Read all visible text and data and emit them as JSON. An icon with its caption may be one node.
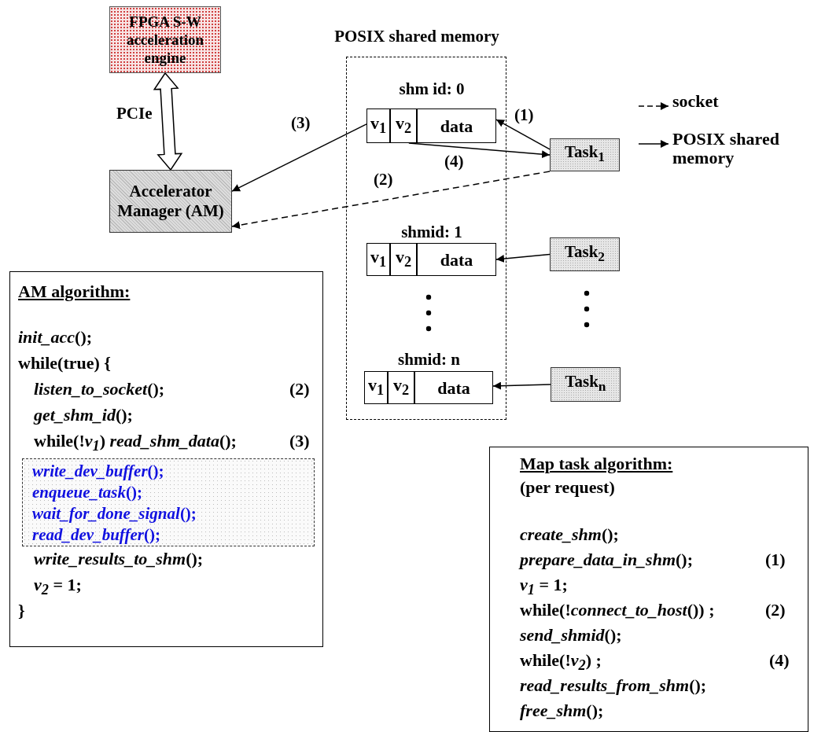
{
  "diagram": {
    "nodes": [
      {
        "text": [
          "FPGA S-W acceleration engine"
        ]
      },
      {
        "text": [
          "Accelerator Manager (AM)"
        ]
      },
      {
        "text": [
          "POSIX shared memory"
        ]
      },
      {
        "text": [
          "shm id: 0"
        ],
        "in": 2
      },
      {
        "text": [
          "v$_{1}$"
        ],
        "in": 3
      },
      {
        "text": [
          "v$_{2}$"
        ],
        "in": 3
      },
      {
        "text": [
          "data"
        ],
        "in": 3
      },
      {
        "text": [
          "shmid: 1"
        ],
        "in": 2
      },
      {
        "text": [
          "v$_{1}$"
        ],
        "in": 7
      },
      {
        "text": [
          "v$_{2}$"
        ],
        "in": 7
      },
      {
        "text": [
          "data"
        ],
        "in": 7
      },
      {
        "text": [
          "shmid: n"
        ],
        "in": 2
      },
      {
        "text": [
          "v$_{1}$"
        ],
        "in": 11
      },
      {
        "text": [
          "v$_{2}$"
        ],
        "in": 11
      },
      {
        "text": [
          "data"
        ],
        "in": 11
      },
      {
        "text": [
          "Task$_{1}$"
        ]
      },
      {
        "text": [
          "Task$_{2}$"
        ]
      },
      {
        "text": [
          "Task$_{n}$"
        ]
      },
      {
        "text": [
          "AM algorithm:",
          "*init_acc*();",
          "while(true) {",
          "*listen_to_socket*();",
          "(2)",
          "*get_shm_id*();",
          "while(!*v$_{1}$*) *read_shm_data*();",
          "(3)",
          "*write_results_to_shm*();",
          "*v$_{2}$* = 1;",
          "}"
        ]
      },
      {
        "text": [
          "*write_dev_buffer*();",
          "*enqueue_task*();",
          "*wait_for_done_signal*();",
          "*read_dev_buffer*();"
        ],
        "in": 18
      },
      {
        "text": [
          "Map task algorithm:",
          "(per request)",
          "*create_shm*();",
          "*prepare_data_in_shm*();",
          "(1)",
          "*v$_{1}$* = 1;",
          "while(!*connect_to_host*()) ;",
          "(2)",
          "*send_shmid*();",
          "while(!*v$_{2}$*) ;",
          "(4)",
          "*read_results_from_shm*();",
          "*free_shm*();"
        ]
      }
    ],
    "edges": [
      {
        "from": 0,
        "to": 1,
        "arrow": "both",
        "label": "PCIe",
        "style": "thick"
      },
      {
        "from": 15,
        "to": 6,
        "arrow": "to",
        "label": "(1)"
      },
      {
        "from": 5,
        "to": 15,
        "arrow": "to",
        "label": "(4)"
      },
      {
        "from": 4,
        "to": 1,
        "arrow": "to",
        "label": "(3)"
      },
      {
        "from": 15,
        "to": 1,
        "arrow": "to",
        "label": "(2)",
        "style": "dashed"
      },
      {
        "from": 16,
        "to": 10,
        "arrow": "to"
      },
      {
        "from": 17,
        "to": 14,
        "arrow": "to"
      }
    ],
    "legend": [
      {
        "text": "socket"
      },
      {
        "text": "POSIX shared memory"
      }
    ]
  }
}
